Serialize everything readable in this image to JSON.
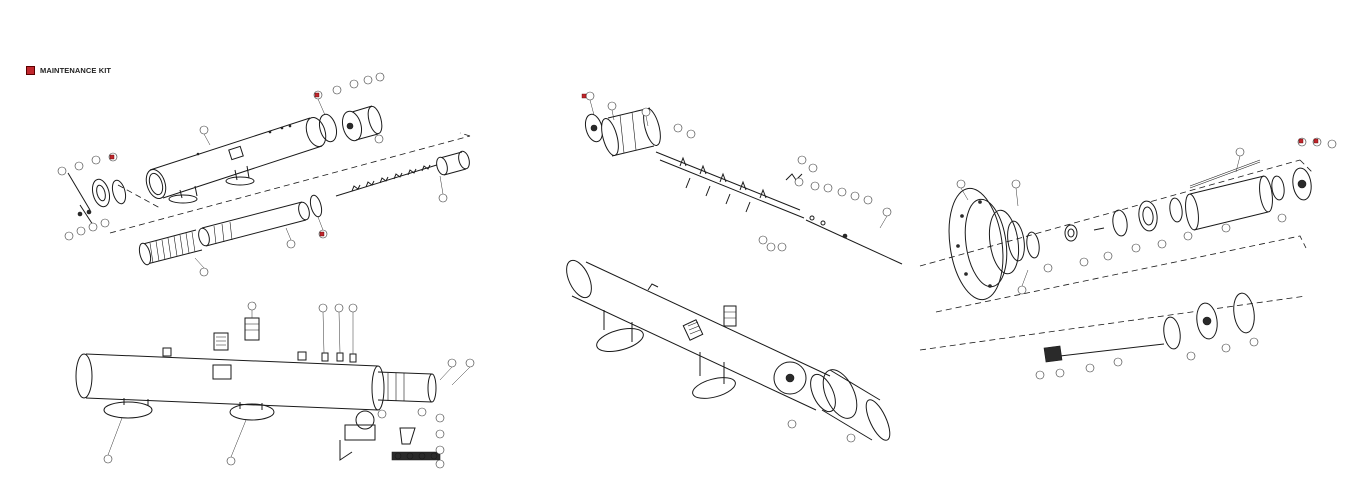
{
  "legend": {
    "label": "MAINTENANCE KIT",
    "color": "#c0272d"
  },
  "views": [
    {
      "name": "exploded-view-top-left"
    },
    {
      "name": "assembled-view-bottom-left"
    },
    {
      "name": "exploded-view-center"
    },
    {
      "name": "assembled-view-center"
    },
    {
      "name": "exploded-view-right"
    }
  ]
}
